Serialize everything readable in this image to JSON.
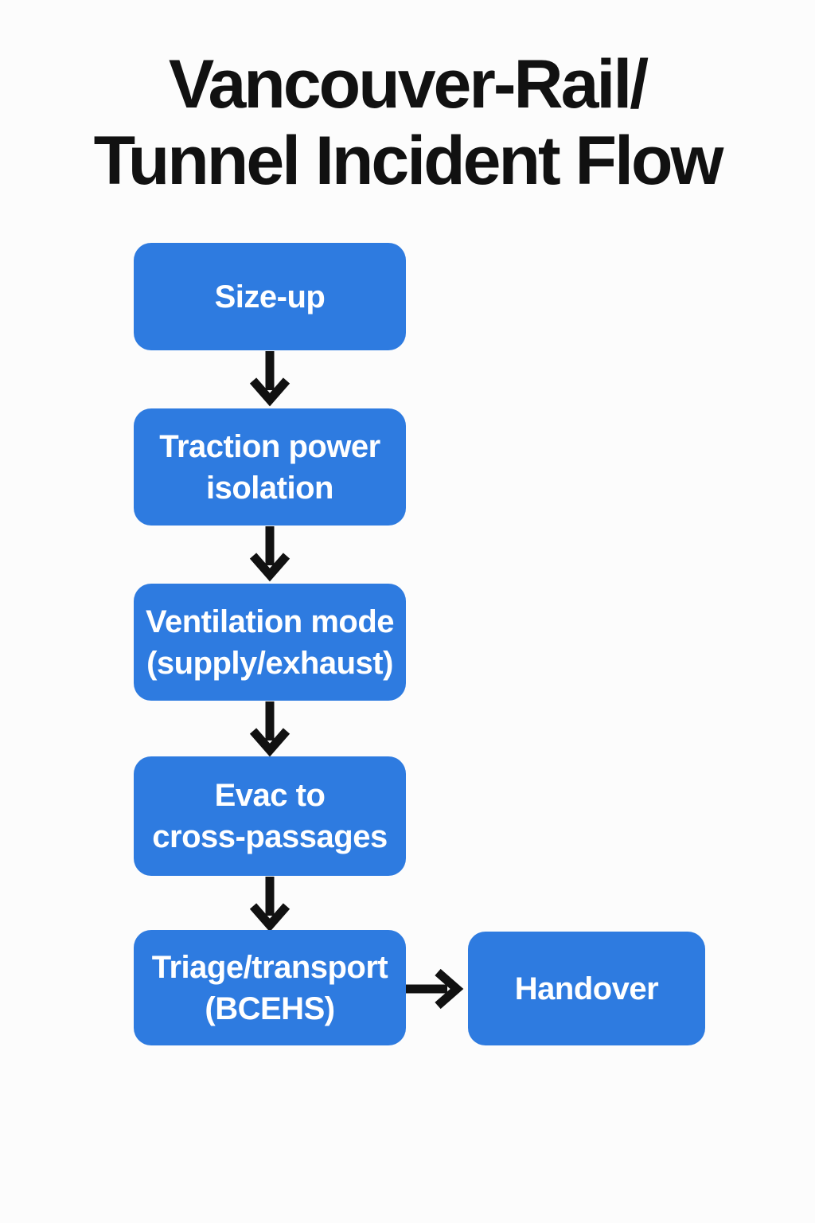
{
  "title": "Vancouver-Rail/\nTunnel Incident Flow",
  "colors": {
    "background": "#fcfcfc",
    "node_fill": "#2e7be0",
    "node_text": "#ffffff",
    "title_text": "#111111",
    "arrow": "#111111"
  },
  "diagram": {
    "type": "flowchart",
    "direction": "top-to-bottom",
    "nodes": [
      {
        "id": "size-up",
        "label": "Size-up"
      },
      {
        "id": "traction-power-isolation",
        "label": "Traction power\nisolation"
      },
      {
        "id": "ventilation-mode",
        "label": "Ventilation mode\n(supply/exhaust)"
      },
      {
        "id": "evac-to-cross-passages",
        "label": "Evac to\ncross-passages"
      },
      {
        "id": "triage-transport-bcehs",
        "label": "Triage/transport\n(BCEHS)"
      },
      {
        "id": "handover",
        "label": "Handover"
      }
    ],
    "edges": [
      {
        "from": "size-up",
        "to": "traction-power-isolation"
      },
      {
        "from": "traction-power-isolation",
        "to": "ventilation-mode"
      },
      {
        "from": "ventilation-mode",
        "to": "evac-to-cross-passages"
      },
      {
        "from": "evac-to-cross-passages",
        "to": "triage-transport-bcehs"
      },
      {
        "from": "triage-transport-bcehs",
        "to": "handover"
      }
    ]
  }
}
